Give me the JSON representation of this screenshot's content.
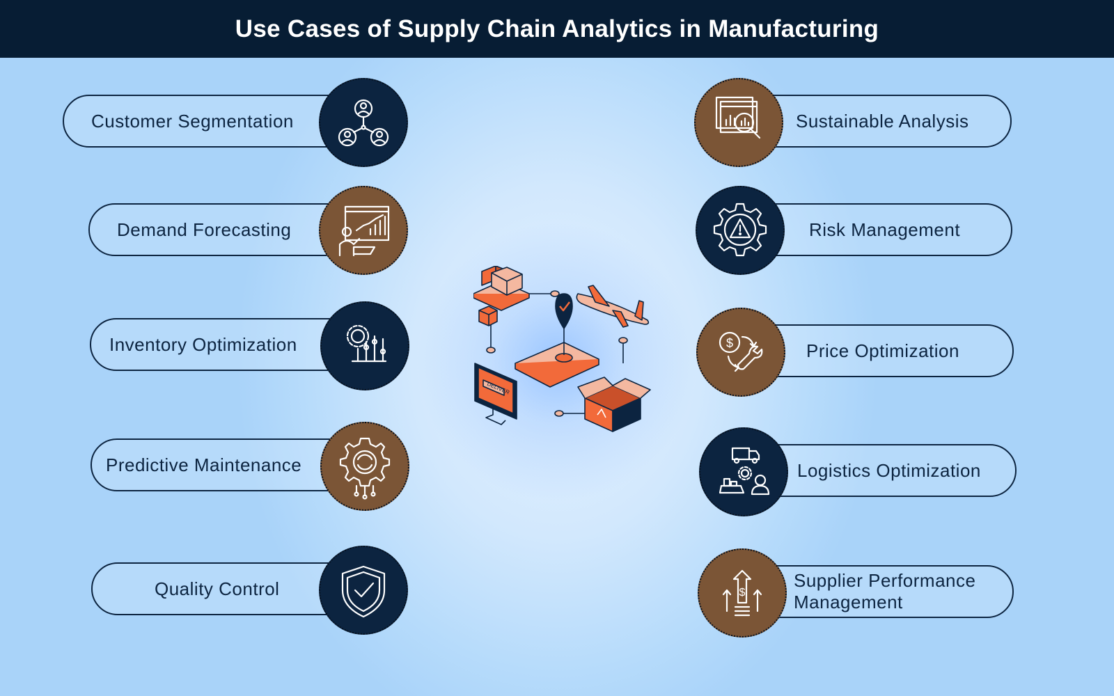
{
  "title": "Use Cases of Supply Chain Analytics in Manufacturing",
  "colors": {
    "header": "#071d34",
    "navy": "#0c2440",
    "brown": "#7b5536",
    "accent": "#f26a3a"
  },
  "left_items": [
    {
      "label": "Customer Segmentation",
      "icon": "network-users-icon",
      "circle": "navy"
    },
    {
      "label": "Demand Forecasting",
      "icon": "presentation-chart-icon",
      "circle": "brown"
    },
    {
      "label": "Inventory Optimization",
      "icon": "gear-sliders-icon",
      "circle": "navy"
    },
    {
      "label": "Predictive Maintenance",
      "icon": "gear-circuit-icon",
      "circle": "brown"
    },
    {
      "label": "Quality Control",
      "icon": "shield-check-icon",
      "circle": "navy"
    }
  ],
  "right_items": [
    {
      "label": "Sustainable Analysis",
      "icon": "report-magnifier-icon",
      "circle": "brown"
    },
    {
      "label": "Risk Management",
      "icon": "gear-warning-icon",
      "circle": "navy"
    },
    {
      "label": "Price Optimization",
      "icon": "dollar-wrench-icon",
      "circle": "brown"
    },
    {
      "label": "Logistics Optimization",
      "icon": "truck-ship-icon",
      "circle": "navy"
    },
    {
      "label": "Supplier Performance Management",
      "icon": "dollar-arrows-icon",
      "circle": "brown"
    }
  ],
  "center_illustration": {
    "icon": "supply-chain-illustration-icon",
    "screen_text": "DELIVER"
  }
}
